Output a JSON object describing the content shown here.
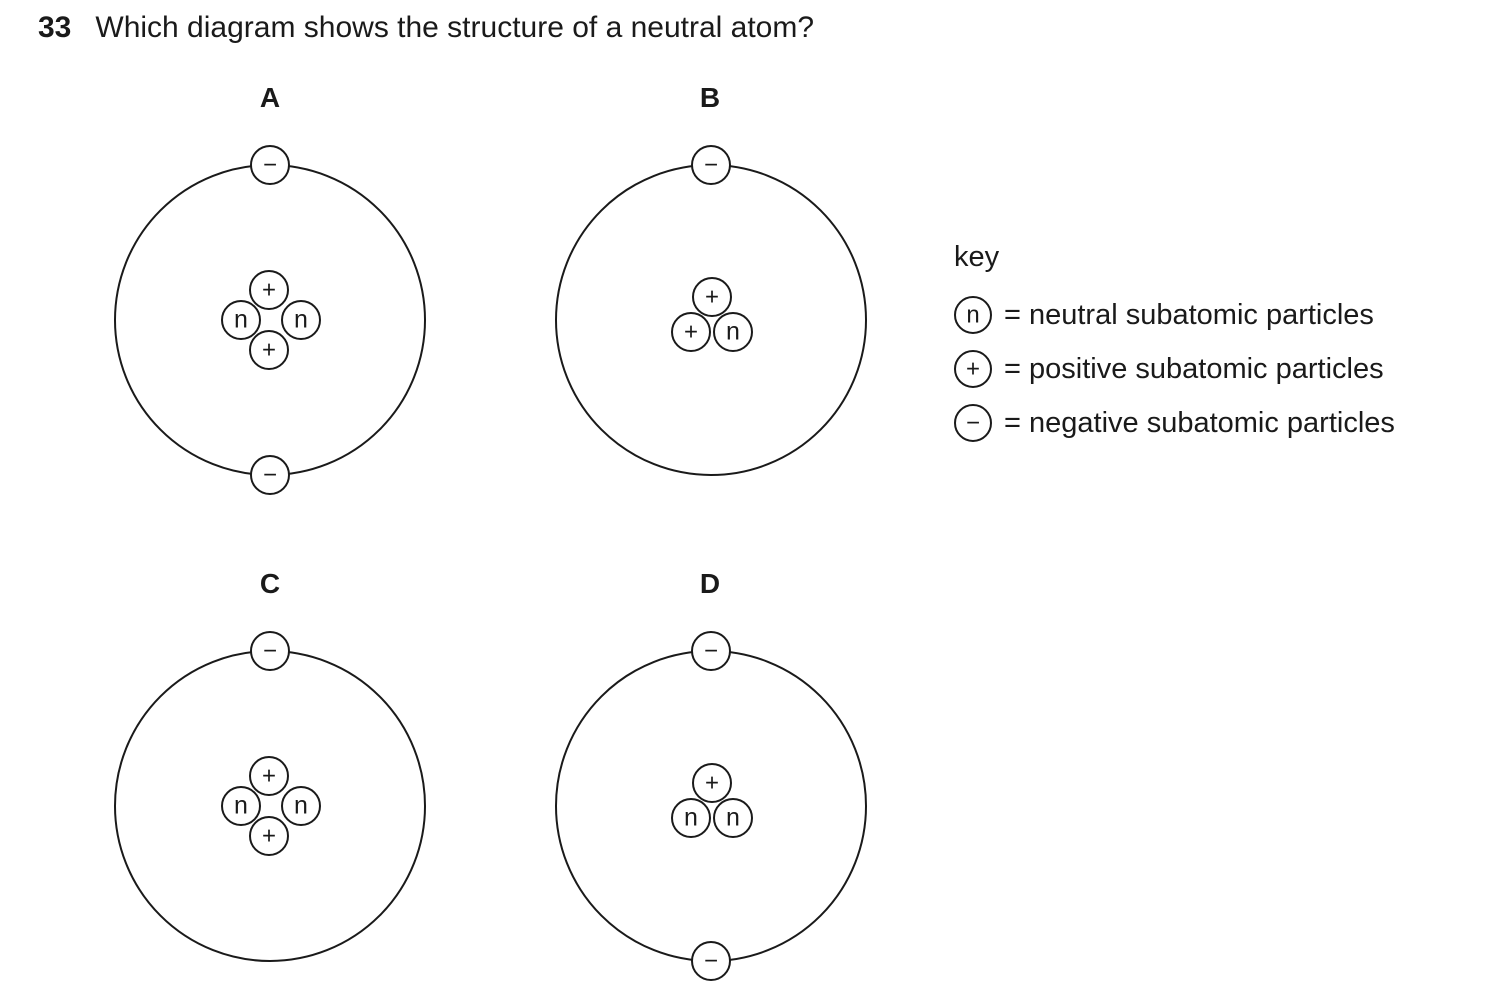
{
  "question": {
    "number": "33",
    "text": "Which diagram shows the structure of a neutral atom?"
  },
  "options": [
    {
      "label": "A",
      "electrons": [
        "−",
        "−"
      ],
      "nucleus": [
        "+",
        "n",
        "n",
        "+"
      ]
    },
    {
      "label": "B",
      "electrons": [
        "−"
      ],
      "nucleus": [
        "+",
        "+",
        "n"
      ]
    },
    {
      "label": "C",
      "electrons": [
        "−"
      ],
      "nucleus": [
        "+",
        "n",
        "n",
        "+"
      ]
    },
    {
      "label": "D",
      "electrons": [
        "−",
        "−"
      ],
      "nucleus": [
        "+",
        "n",
        "n"
      ]
    }
  ],
  "key": {
    "title": "key",
    "items": [
      {
        "symbol": "n",
        "text": "= neutral subatomic particles"
      },
      {
        "symbol": "+",
        "text": "= positive subatomic particles"
      },
      {
        "symbol": "−",
        "text": "= negative subatomic particles"
      }
    ]
  },
  "colors": {
    "line": "#1a1a1a",
    "background": "#ffffff"
  }
}
